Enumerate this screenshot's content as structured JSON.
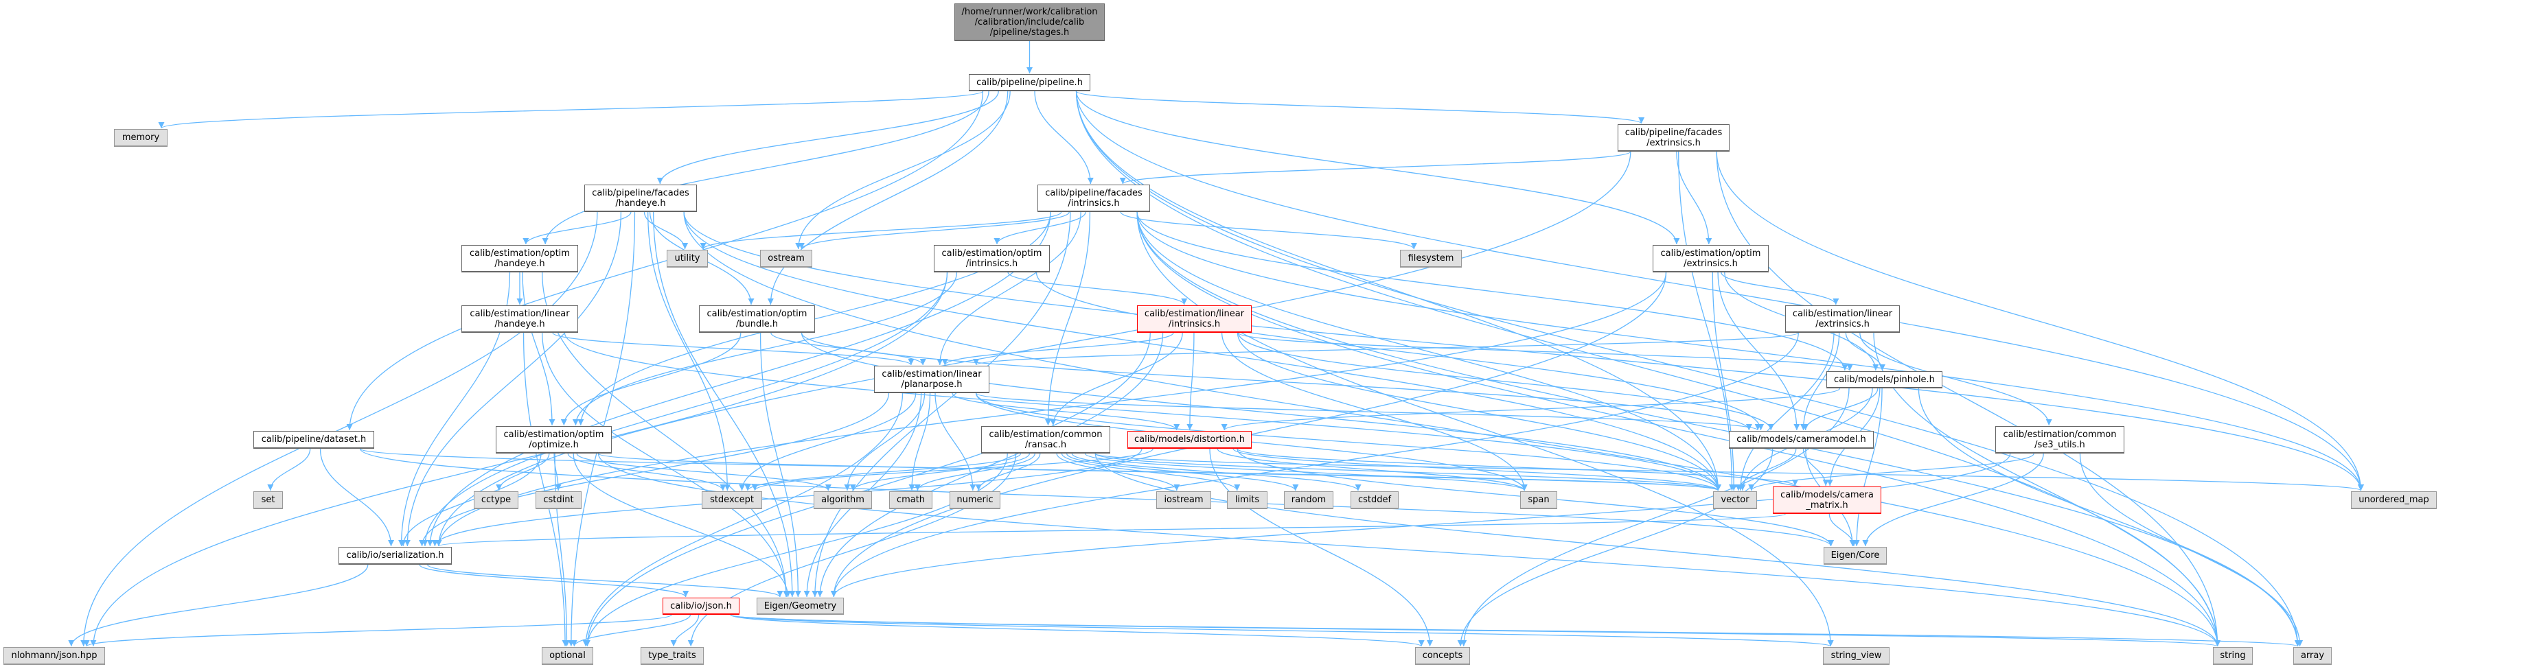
{
  "colors": {
    "edge": "#63b8ff",
    "root_fill": "#999999",
    "external_fill": "#e0e0e0",
    "truncated_border": "#ff0000",
    "truncated_fill": "#fff0f0"
  },
  "graph": {
    "nodes": [
      {
        "id": "stages",
        "kind": "root",
        "label": [
          "/home/runner/work/calibration",
          "/calibration/include/calib",
          "/pipeline/stages.h"
        ]
      },
      {
        "id": "pipeline",
        "kind": "file",
        "label": [
          "calib/pipeline/pipeline.h"
        ]
      },
      {
        "id": "memory",
        "kind": "external",
        "label": [
          "memory"
        ]
      },
      {
        "id": "fac_handeye",
        "kind": "file",
        "label": [
          "calib/pipeline/facades",
          "/handeye.h"
        ]
      },
      {
        "id": "fac_intrinsics",
        "kind": "file",
        "label": [
          "calib/pipeline/facades",
          "/intrinsics.h"
        ]
      },
      {
        "id": "fac_extrinsics",
        "kind": "file",
        "label": [
          "calib/pipeline/facades",
          "/extrinsics.h"
        ]
      },
      {
        "id": "opt_handeye",
        "kind": "file",
        "label": [
          "calib/estimation/optim",
          "/handeye.h"
        ]
      },
      {
        "id": "utility",
        "kind": "external",
        "label": [
          "utility"
        ]
      },
      {
        "id": "ostream",
        "kind": "external",
        "label": [
          "ostream"
        ]
      },
      {
        "id": "opt_intrinsics",
        "kind": "file",
        "label": [
          "calib/estimation/optim",
          "/intrinsics.h"
        ]
      },
      {
        "id": "filesystem",
        "kind": "external",
        "label": [
          "filesystem"
        ]
      },
      {
        "id": "opt_extrinsics",
        "kind": "file",
        "label": [
          "calib/estimation/optim",
          "/extrinsics.h"
        ]
      },
      {
        "id": "lin_handeye",
        "kind": "file",
        "label": [
          "calib/estimation/linear",
          "/handeye.h"
        ]
      },
      {
        "id": "bundle",
        "kind": "file",
        "label": [
          "calib/estimation/optim",
          "/bundle.h"
        ]
      },
      {
        "id": "lin_intrinsics",
        "kind": "truncated",
        "label": [
          "calib/estimation/linear",
          "/intrinsics.h"
        ]
      },
      {
        "id": "lin_extrinsics",
        "kind": "file",
        "label": [
          "calib/estimation/linear",
          "/extrinsics.h"
        ]
      },
      {
        "id": "planarpose",
        "kind": "file",
        "label": [
          "calib/estimation/linear",
          "/planarpose.h"
        ]
      },
      {
        "id": "pinhole",
        "kind": "file",
        "label": [
          "calib/models/pinhole.h"
        ]
      },
      {
        "id": "dataset",
        "kind": "file",
        "label": [
          "calib/pipeline/dataset.h"
        ]
      },
      {
        "id": "optimize",
        "kind": "file",
        "label": [
          "calib/estimation/optim",
          "/optimize.h"
        ]
      },
      {
        "id": "ransac",
        "kind": "file",
        "label": [
          "calib/estimation/common",
          "/ransac.h"
        ]
      },
      {
        "id": "distortion",
        "kind": "truncated",
        "label": [
          "calib/models/distortion.h"
        ]
      },
      {
        "id": "cameramodel",
        "kind": "file",
        "label": [
          "calib/models/cameramodel.h"
        ]
      },
      {
        "id": "se3_utils",
        "kind": "file",
        "label": [
          "calib/estimation/common",
          "/se3_utils.h"
        ]
      },
      {
        "id": "set",
        "kind": "external",
        "label": [
          "set"
        ]
      },
      {
        "id": "cctype",
        "kind": "external",
        "label": [
          "cctype"
        ]
      },
      {
        "id": "cstdint",
        "kind": "external",
        "label": [
          "cstdint"
        ]
      },
      {
        "id": "stdexcept",
        "kind": "external",
        "label": [
          "stdexcept"
        ]
      },
      {
        "id": "algorithm",
        "kind": "external",
        "label": [
          "algorithm"
        ]
      },
      {
        "id": "cmath",
        "kind": "external",
        "label": [
          "cmath"
        ]
      },
      {
        "id": "numeric",
        "kind": "external",
        "label": [
          "numeric"
        ]
      },
      {
        "id": "iostream",
        "kind": "external",
        "label": [
          "iostream"
        ]
      },
      {
        "id": "limits",
        "kind": "external",
        "label": [
          "limits"
        ]
      },
      {
        "id": "random",
        "kind": "external",
        "label": [
          "random"
        ]
      },
      {
        "id": "cstddef",
        "kind": "external",
        "label": [
          "cstddef"
        ]
      },
      {
        "id": "span",
        "kind": "external",
        "label": [
          "span"
        ]
      },
      {
        "id": "vector",
        "kind": "external",
        "label": [
          "vector"
        ]
      },
      {
        "id": "camera_matrix",
        "kind": "truncated",
        "label": [
          "calib/models/camera",
          "_matrix.h"
        ]
      },
      {
        "id": "unordered_map",
        "kind": "external",
        "label": [
          "unordered_map"
        ]
      },
      {
        "id": "serialization",
        "kind": "file",
        "label": [
          "calib/io/serialization.h"
        ]
      },
      {
        "id": "eigen_core",
        "kind": "external",
        "label": [
          "Eigen/Core"
        ]
      },
      {
        "id": "json",
        "kind": "truncated",
        "label": [
          "calib/io/json.h"
        ]
      },
      {
        "id": "eigen_geometry",
        "kind": "external",
        "label": [
          "Eigen/Geometry"
        ]
      },
      {
        "id": "nlohmann",
        "kind": "external",
        "label": [
          "nlohmann/json.hpp"
        ]
      },
      {
        "id": "optional",
        "kind": "external",
        "label": [
          "optional"
        ]
      },
      {
        "id": "type_traits",
        "kind": "external",
        "label": [
          "type_traits"
        ]
      },
      {
        "id": "concepts",
        "kind": "external",
        "label": [
          "concepts"
        ]
      },
      {
        "id": "string_view",
        "kind": "external",
        "label": [
          "string_view"
        ]
      },
      {
        "id": "string",
        "kind": "external",
        "label": [
          "string"
        ]
      },
      {
        "id": "array",
        "kind": "external",
        "label": [
          "array"
        ]
      }
    ],
    "edges": [
      [
        "stages",
        "pipeline"
      ],
      [
        "pipeline",
        "memory"
      ],
      [
        "pipeline",
        "fac_handeye"
      ],
      [
        "pipeline",
        "fac_intrinsics"
      ],
      [
        "pipeline",
        "fac_extrinsics"
      ],
      [
        "pipeline",
        "opt_handeye"
      ],
      [
        "pipeline",
        "bundle"
      ],
      [
        "pipeline",
        "opt_extrinsics"
      ],
      [
        "pipeline",
        "dataset"
      ],
      [
        "pipeline",
        "ostream"
      ],
      [
        "pipeline",
        "vector"
      ],
      [
        "pipeline",
        "string"
      ],
      [
        "pipeline",
        "unordered_map"
      ],
      [
        "pipeline",
        "array"
      ],
      [
        "fac_handeye",
        "opt_handeye"
      ],
      [
        "fac_handeye",
        "utility"
      ],
      [
        "fac_handeye",
        "bundle"
      ],
      [
        "fac_handeye",
        "stdexcept"
      ],
      [
        "fac_handeye",
        "serialization"
      ],
      [
        "fac_handeye",
        "optional"
      ],
      [
        "fac_handeye",
        "eigen_geometry"
      ],
      [
        "fac_handeye",
        "vector"
      ],
      [
        "fac_handeye",
        "string"
      ],
      [
        "fac_handeye",
        "unordered_map"
      ],
      [
        "fac_handeye",
        "nlohmann"
      ],
      [
        "fac_intrinsics",
        "utility"
      ],
      [
        "fac_intrinsics",
        "ostream"
      ],
      [
        "fac_intrinsics",
        "opt_intrinsics"
      ],
      [
        "fac_intrinsics",
        "filesystem"
      ],
      [
        "fac_intrinsics",
        "planarpose"
      ],
      [
        "fac_intrinsics",
        "ransac"
      ],
      [
        "fac_intrinsics",
        "optimize"
      ],
      [
        "fac_intrinsics",
        "serialization"
      ],
      [
        "fac_intrinsics",
        "pinhole"
      ],
      [
        "fac_intrinsics",
        "vector"
      ],
      [
        "fac_intrinsics",
        "string"
      ],
      [
        "fac_intrinsics",
        "string_view"
      ],
      [
        "fac_intrinsics",
        "unordered_map"
      ],
      [
        "fac_intrinsics",
        "array"
      ],
      [
        "fac_intrinsics",
        "eigen_geometry"
      ],
      [
        "fac_extrinsics",
        "fac_intrinsics"
      ],
      [
        "fac_extrinsics",
        "opt_extrinsics"
      ],
      [
        "fac_extrinsics",
        "serialization"
      ],
      [
        "fac_extrinsics",
        "vector"
      ],
      [
        "fac_extrinsics",
        "unordered_map"
      ],
      [
        "fac_extrinsics",
        "string"
      ],
      [
        "opt_handeye",
        "lin_handeye"
      ],
      [
        "opt_handeye",
        "optimize"
      ],
      [
        "opt_handeye",
        "serialization"
      ],
      [
        "opt_handeye",
        "eigen_geometry"
      ],
      [
        "lin_handeye",
        "planarpose"
      ],
      [
        "lin_handeye",
        "eigen_geometry"
      ],
      [
        "lin_handeye",
        "vector"
      ],
      [
        "lin_handeye",
        "optional"
      ],
      [
        "bundle",
        "optimize"
      ],
      [
        "bundle",
        "planarpose"
      ],
      [
        "bundle",
        "cameramodel"
      ],
      [
        "bundle",
        "eigen_geometry"
      ],
      [
        "bundle",
        "vector"
      ],
      [
        "opt_intrinsics",
        "lin_intrinsics"
      ],
      [
        "opt_intrinsics",
        "optimize"
      ],
      [
        "opt_intrinsics",
        "serialization"
      ],
      [
        "opt_intrinsics",
        "cameramodel"
      ],
      [
        "opt_intrinsics",
        "nlohmann"
      ],
      [
        "lin_intrinsics",
        "planarpose"
      ],
      [
        "lin_intrinsics",
        "ransac"
      ],
      [
        "lin_intrinsics",
        "distortion"
      ],
      [
        "lin_intrinsics",
        "pinhole"
      ],
      [
        "lin_intrinsics",
        "cameramodel"
      ],
      [
        "lin_intrinsics",
        "vector"
      ],
      [
        "lin_intrinsics",
        "optional"
      ],
      [
        "lin_intrinsics",
        "eigen_geometry"
      ],
      [
        "lin_intrinsics",
        "span"
      ],
      [
        "opt_extrinsics",
        "lin_extrinsics"
      ],
      [
        "opt_extrinsics",
        "pinhole"
      ],
      [
        "opt_extrinsics",
        "cameramodel"
      ],
      [
        "opt_extrinsics",
        "vector"
      ],
      [
        "opt_extrinsics",
        "serialization"
      ],
      [
        "opt_extrinsics",
        "eigen_geometry"
      ],
      [
        "lin_extrinsics",
        "planarpose"
      ],
      [
        "lin_extrinsics",
        "pinhole"
      ],
      [
        "lin_extrinsics",
        "cameramodel"
      ],
      [
        "lin_extrinsics",
        "se3_utils"
      ],
      [
        "lin_extrinsics",
        "vector"
      ],
      [
        "lin_extrinsics",
        "eigen_geometry"
      ],
      [
        "lin_extrinsics",
        "string"
      ],
      [
        "pinhole",
        "cameramodel"
      ],
      [
        "pinhole",
        "camera_matrix"
      ],
      [
        "pinhole",
        "distortion"
      ],
      [
        "pinhole",
        "vector"
      ],
      [
        "pinhole",
        "eigen_core"
      ],
      [
        "pinhole",
        "concepts"
      ],
      [
        "pinhole",
        "array"
      ],
      [
        "cameramodel",
        "camera_matrix"
      ],
      [
        "cameramodel",
        "eigen_core"
      ],
      [
        "cameramodel",
        "concepts"
      ],
      [
        "cameramodel",
        "vector"
      ],
      [
        "se3_utils",
        "eigen_core"
      ],
      [
        "se3_utils",
        "eigen_geometry"
      ],
      [
        "se3_utils",
        "vector"
      ],
      [
        "se3_utils",
        "array"
      ],
      [
        "planarpose",
        "cameramodel"
      ],
      [
        "planarpose",
        "distortion"
      ],
      [
        "planarpose",
        "stdexcept"
      ],
      [
        "planarpose",
        "algorithm"
      ],
      [
        "planarpose",
        "cmath"
      ],
      [
        "planarpose",
        "numeric"
      ],
      [
        "planarpose",
        "vector"
      ],
      [
        "planarpose",
        "span"
      ],
      [
        "planarpose",
        "eigen_geometry"
      ],
      [
        "planarpose",
        "serialization"
      ],
      [
        "planarpose",
        "optional"
      ],
      [
        "ransac",
        "stdexcept"
      ],
      [
        "ransac",
        "algorithm"
      ],
      [
        "ransac",
        "cmath"
      ],
      [
        "ransac",
        "numeric"
      ],
      [
        "ransac",
        "iostream"
      ],
      [
        "ransac",
        "limits"
      ],
      [
        "ransac",
        "random"
      ],
      [
        "ransac",
        "cstddef"
      ],
      [
        "ransac",
        "vector"
      ],
      [
        "ransac",
        "span"
      ],
      [
        "ransac",
        "optional"
      ],
      [
        "ransac",
        "type_traits"
      ],
      [
        "ransac",
        "unordered_map"
      ],
      [
        "ransac",
        "string"
      ],
      [
        "distortion",
        "vector"
      ],
      [
        "distortion",
        "eigen_core"
      ],
      [
        "distortion",
        "stdexcept"
      ],
      [
        "distortion",
        "concepts"
      ],
      [
        "distortion",
        "serialization"
      ],
      [
        "distortion",
        "camera_matrix"
      ],
      [
        "distortion",
        "span"
      ],
      [
        "optimize",
        "cctype"
      ],
      [
        "optimize",
        "cstdint"
      ],
      [
        "optimize",
        "stdexcept"
      ],
      [
        "optimize",
        "algorithm"
      ],
      [
        "optimize",
        "serialization"
      ],
      [
        "optimize",
        "optional"
      ],
      [
        "optimize",
        "eigen_geometry"
      ],
      [
        "optimize",
        "vector"
      ],
      [
        "optimize",
        "string"
      ],
      [
        "dataset",
        "set"
      ],
      [
        "dataset",
        "serialization"
      ],
      [
        "dataset",
        "vector"
      ],
      [
        "dataset",
        "eigen_core"
      ],
      [
        "serialization",
        "nlohmann"
      ],
      [
        "serialization",
        "json"
      ],
      [
        "serialization",
        "eigen_geometry"
      ],
      [
        "json",
        "nlohmann"
      ],
      [
        "json",
        "optional"
      ],
      [
        "json",
        "type_traits"
      ],
      [
        "json",
        "concepts"
      ],
      [
        "json",
        "string"
      ],
      [
        "json",
        "string_view"
      ],
      [
        "json",
        "array"
      ],
      [
        "camera_matrix",
        "eigen_core"
      ],
      [
        "camera_matrix",
        "serialization"
      ]
    ]
  }
}
